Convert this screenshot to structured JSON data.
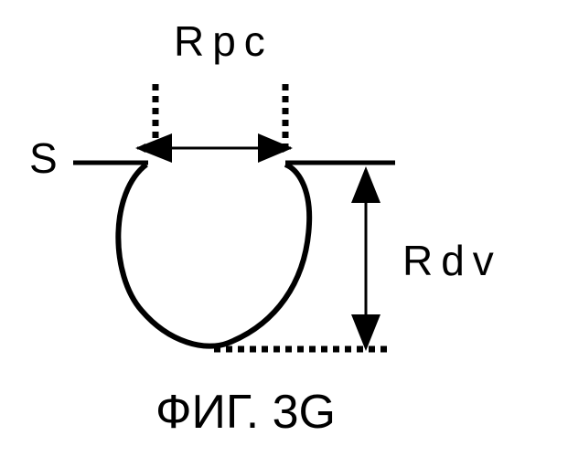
{
  "labels": {
    "top_width": "Rpc",
    "surface": "S",
    "depth": "Rdv",
    "caption": "ФИГ. 3G"
  },
  "colors": {
    "ink": "#000000",
    "background": "#ffffff"
  }
}
